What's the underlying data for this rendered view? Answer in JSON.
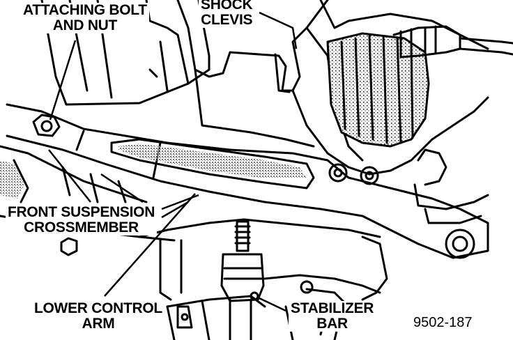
{
  "labels": {
    "attaching_bolt": [
      "ATTACHING BOLT",
      "AND NUT"
    ],
    "shock_clevis": [
      "SHOCK",
      "CLEVIS"
    ],
    "front_crossmember": [
      "FRONT SUSPENSION",
      "CROSSMEMBER"
    ],
    "lower_control_arm": [
      "LOWER CONTROL",
      "ARM"
    ],
    "stabilizer_bar": [
      "STABILIZER",
      "BAR"
    ]
  },
  "figure_code": "9502-187",
  "colors": {
    "ink": "#000000",
    "paper": "#ffffff",
    "shade": "#9a9a9a"
  }
}
